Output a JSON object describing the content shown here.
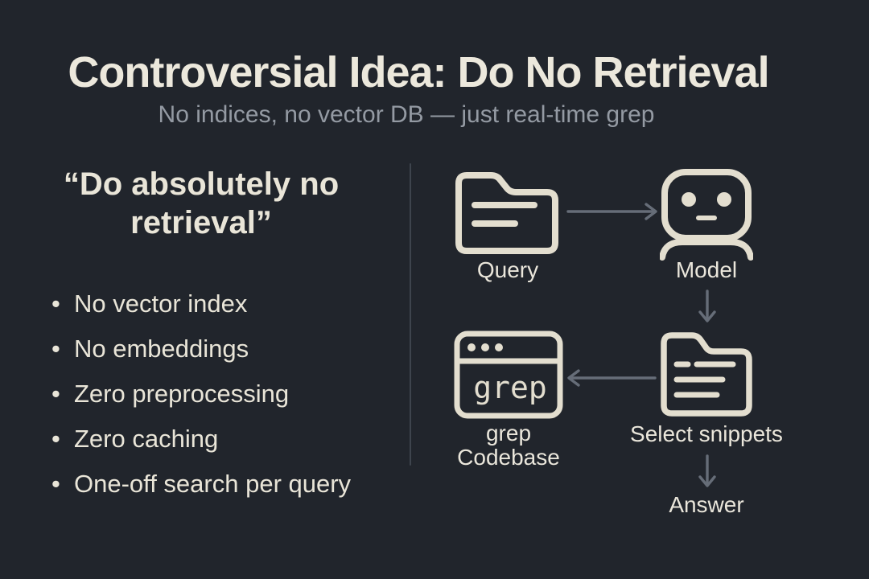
{
  "header": {
    "title": "Controversial Idea: Do No Retrieval",
    "subtitle": "No indices, no vector DB — just real-time grep"
  },
  "left_panel": {
    "quote": "“Do absolutely no retrieval”",
    "bullets": [
      "No vector index",
      "No embeddings",
      "Zero preprocessing",
      "Zero caching",
      "One-off search per query"
    ]
  },
  "diagram": {
    "nodes": {
      "query": {
        "label": "Query",
        "icon": "folder-icon"
      },
      "model": {
        "label": "Model",
        "icon": "robot-icon"
      },
      "select_snippets": {
        "label": "Select snippets",
        "icon": "folder-lines-icon"
      },
      "grep": {
        "label": "grep Codebase",
        "icon": "terminal-window-icon",
        "window_text": "grep"
      },
      "answer": {
        "label": "Answer"
      }
    },
    "edges": [
      "query->model",
      "model->select_snippets",
      "select_snippets->grep",
      "select_snippets->answer"
    ]
  },
  "colors": {
    "background": "#21252c",
    "title": "#ece8dc",
    "subtitle": "#949aa3",
    "cream_text": "#e9e5d8",
    "icon_stroke": "#e3decf",
    "arrow": "#666d78",
    "divider": "#3e444d"
  }
}
